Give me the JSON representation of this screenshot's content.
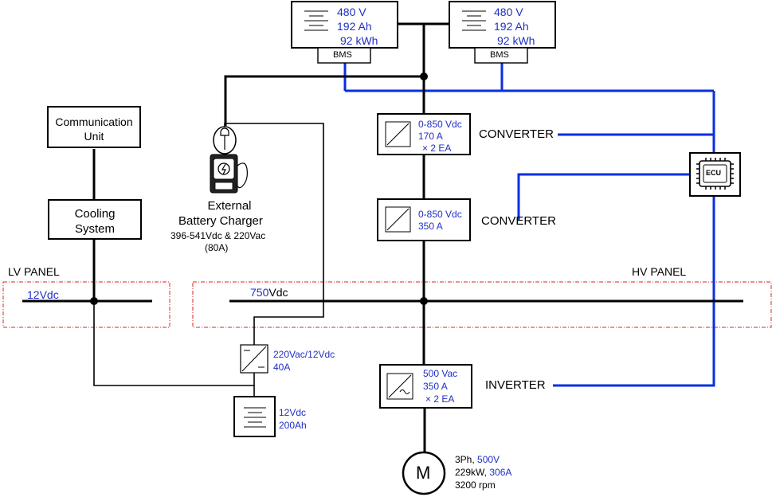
{
  "batteries": [
    {
      "voltage": "480 V",
      "capacity_ah": "192 Ah",
      "energy": "92 kWh",
      "bms_label": "BMS"
    },
    {
      "voltage": "480 V",
      "capacity_ah": "192 Ah",
      "energy": "92 kWh",
      "bms_label": "BMS"
    }
  ],
  "communication_unit": {
    "line1": "Communication",
    "line2": "Unit"
  },
  "cooling_system": {
    "line1": "Cooling",
    "line2": "System"
  },
  "charger": {
    "line1": "External",
    "line2": "Battery Charger",
    "spec1": "396-541Vdc  & 220Vac",
    "spec2": "(80A)"
  },
  "converter1": {
    "spec1": "0-850 Vdc",
    "spec2": "170  A",
    "spec3": "× 2 EA",
    "label": "CONVERTER"
  },
  "converter2": {
    "spec1": "0-850 Vdc",
    "spec2": "350  A",
    "label": "CONVERTER"
  },
  "ecu": {
    "label": "ECU"
  },
  "lv_panel": {
    "label": "LV PANEL",
    "voltage": "12Vdc"
  },
  "hv_panel": {
    "label": "HV PANEL",
    "voltage_num": "750",
    "voltage_unit": "Vdc"
  },
  "dc_converter": {
    "spec1": "220Vac/12Vdc",
    "spec2": "40A"
  },
  "lv_battery": {
    "spec1": "12Vdc",
    "spec2": "200Ah"
  },
  "inverter": {
    "spec1": "500 Vac",
    "spec2": "350  A",
    "spec3": "× 2 EA",
    "label": "INVERTER"
  },
  "motor": {
    "symbol": "M",
    "phase": "3Ph,",
    "voltage": "500V",
    "power": "229kW,",
    "current": "306A",
    "speed": "3200  rpm"
  },
  "colors": {
    "signal_line": "#0a2ee0",
    "panel_border": "#e02020",
    "spec_text": "#1f2fc4"
  }
}
